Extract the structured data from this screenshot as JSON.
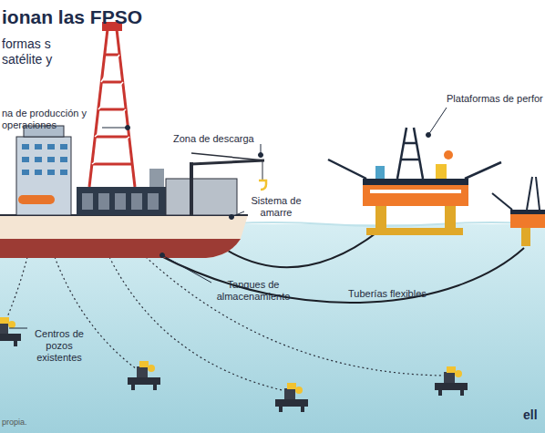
{
  "diagram": {
    "title": "ionan las FPSO",
    "labels": [
      "formas s satélite y",
      "na de producción y operaciones",
      "Zona de descarga",
      "Sistema de amarre",
      "Plataformas de perfor",
      "Tanques de almacenamiento",
      "Tuberías flexibles",
      "Centros de pozos existentes",
      "propia.",
      "ell"
    ]
  }
}
